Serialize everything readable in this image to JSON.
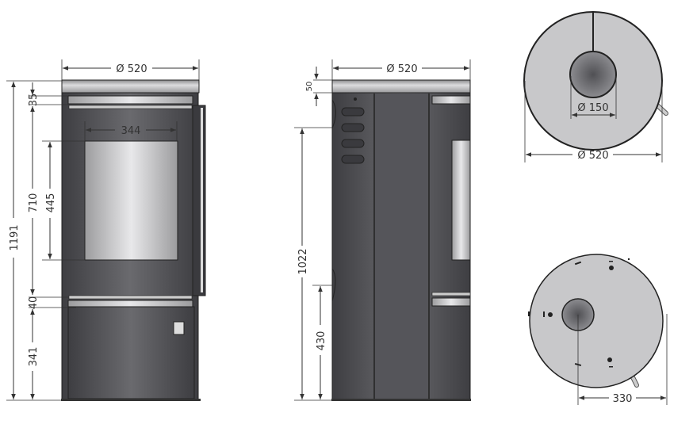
{
  "front_view": {
    "width_label": "Ø 520",
    "height_total": "1191",
    "top_band": "35",
    "door_height": "710",
    "window_height": "445",
    "window_width": "344",
    "mid_band": "40",
    "base_height": "341"
  },
  "side_view": {
    "width_label": "Ø 520",
    "top_cap": "50",
    "outlet_height": "1022",
    "inlet_height": "430"
  },
  "top_view": {
    "flue_diameter": "Ø 150",
    "outer_diameter": "Ø 520"
  },
  "bottom_view": {
    "offset": "330"
  },
  "colors": {
    "body": "#57575b",
    "steel": "#c9c9cb",
    "plan": "#c8c8ca",
    "line": "#333333"
  }
}
